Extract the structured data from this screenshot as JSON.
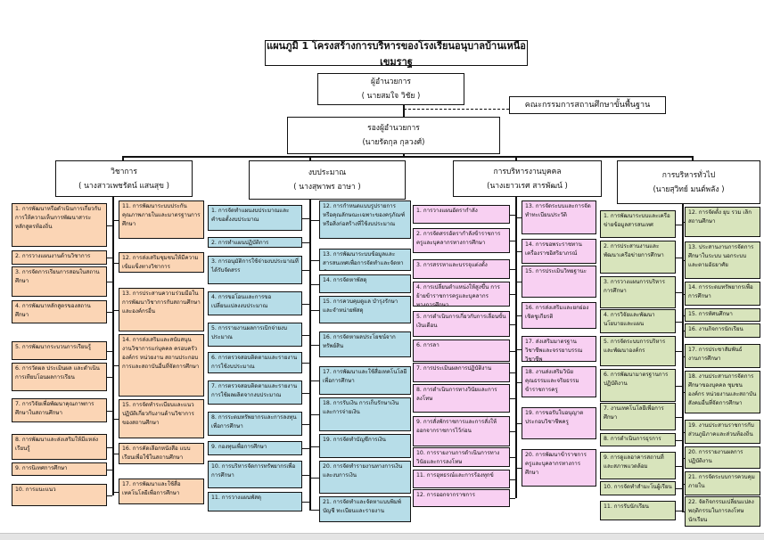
{
  "title": "แผนภูมิ 1 โครงสร้างการบริหารของโรงเรียนอนุบาลบ้านเหนือเขมราฐ",
  "director": {
    "role": "ผู้อำนวยการ",
    "name": "( นายสมใจ  วิชัย )"
  },
  "committee": "คณะกรรมการสถานศึกษาขั้นพื้นฐาน",
  "deputy": {
    "role": "รองผู้อำนวยการ",
    "name": "(นายรัตกุล  กุลวงศ์)"
  },
  "colors": {
    "academic": "#fbd5b5",
    "budget": "#b7dde8",
    "personnel": "#f8d0f2",
    "general": "#d8e4bc"
  },
  "departments": [
    {
      "key": "academic",
      "title": "วิชาการ",
      "head": "( นางสาวเพชรัตน์ แสนสุข )",
      "items": [
        "1. การพัฒนาหรือดำเนินการเกี่ยวกับการให้ความเห็นการพัฒนาสาระหลักสูตรท้องถิ่น",
        "2. การวางแผนงานด้านวิชาการ",
        "3. การจัดการเรียนการสอนในสถานศึกษา",
        "4. การพัฒนาหลักสูตรของสถานศึกษา",
        "5. การพัฒนากระบวนการเรียนรู้",
        "6. การวัดผล ประเมินผล และดำเนินการเทียบโอนผลการเรียน",
        "7. การวิจัยเพื่อพัฒนาคุณภาพการศึกษาในสถานศึกษา",
        "8. การพัฒนาและส่งเสริมให้มีแหล่งเรียนรู้",
        "9. การนิเทศการศึกษา",
        "10. การแนะแนว",
        "11. การพัฒนาระบบประกันคุณภาพภายในและมาตรฐานการศึกษา",
        "12. การส่งเสริมชุมชนให้มีความเข้มแข็งทางวิชาการ",
        "13. การประสานความร่วมมือในการพัฒนาวิชาการกับสถานศึกษาและองค์กรอื่น",
        "14. การส่งเสริมและสนับสนุนงานวิชาการแก่บุคคล ครอบครัว องค์กร หน่วยงาน สถานประกอบการและสถาบันอื่นที่จัดการศึกษา",
        "15. การจัดทำระเบียบและแนวปฏิบัติเกี่ยวกับงานด้านวิชาการของสถานศึกษา",
        "16. การคัดเลือกหนังสือ แบบเรียนเพื่อใช้ในสถานศึกษา",
        "17. การพัฒนาและใช้สื่อเทคโนโลยีเพื่อการศึกษา"
      ]
    },
    {
      "key": "budget",
      "title": "งบประมาณ",
      "head": "( นางสุพาพร อาษา )",
      "items": [
        "1. การจัดทำแผนงบประมาณและคำขอตั้งงบประมาณ",
        "2. การทำแผนปฏิบัติการ",
        "3. การอนุมัติการใช้จ่ายงบประมาณที่ได้รับจัดสรร",
        "4. การขอโอนและการขอเปลี่ยนแปลงงบประมาณ",
        "5. การรายงานผลการเบิกจ่ายงบประมาณ",
        "6. การตรวจสอบติดตามและรายงานการใช้งบประมาณ",
        "7. การตรวจสอบติดตามและรายงานการใช้ผลผลิตจากงบประมาณ",
        "8. การระดมทรัพยากรและการลงทุนเพื่อการศึกษา",
        "9. กองทุนเพื่อการศึกษา",
        "10. การบริหารจัดการทรัพยากรเพื่อการศึกษา",
        "11. การวางแผนพัสดุ",
        "12. การกำหนดแบบรูปรายการ หรือคุณลักษณะเฉพาะของครุภัณฑ์หรือสิ่งก่อสร้างที่ใช้งบประมาณ",
        "13. การพัฒนาระบบข้อมูลและสารสนเทศเพื่อการจัดทำและจัดหาพัสดุ",
        "14. การจัดหาพัสดุ",
        "15. การควบคุมดูแล บำรุงรักษาและจำหน่ายพัสดุ",
        "16. การจัดหาผลประโยชน์จากทรัพย์สิน",
        "17. การพัฒนาและใช้สื่อเทคโนโลยีเพื่อการศึกษา",
        "18. การรับเงิน การเก็บรักษาเงิน และการจ่ายเงิน",
        "19. การจัดทำบัญชีการเงิน",
        "20. การจัดทำรายงานทางการเงินและงบการเงิน",
        "21. การจัดทำและจัดหาแบบพิมพ์บัญชี ทะเบียนและรายงาน"
      ]
    },
    {
      "key": "personnel",
      "title": "การบริหารงานบุคคล",
      "head": "(นางเยาวเรศ สารพัฒน์ )",
      "items": [
        "1. การวางแผนอัตรากำลัง",
        "2. การจัดสรรอัตรากำลังข้าราชการครูและบุคลากรทางการศึกษา",
        "3. การสรรหาและบรรจุแต่งตั้ง",
        "4. การเปลี่ยนตำแหน่งให้สูงขึ้น การย้ายข้าราชการครูและบุคลากรทางการศึกษา",
        "5. การดำเนินการเกี่ยวกับการเลื่อนขั้นเงินเดือน",
        "6. การลา",
        "7. การประเมินผลการปฏิบัติงาน",
        "8. การดำเนินการทางวินัยและการลงโทษ",
        "9. การสั่งพักราชการและการสั่งให้ออกจากราชการไว้ก่อน",
        "10. การรายงานการดำเนินการทางวินัยและการลงโทษ",
        "11. การอุทธรณ์และการร้องทุกข์",
        "12. การออกจากราชการ",
        "13. การจัดระบบและการจัดทำทะเบียนประวัติ",
        "14. การขอพระราชทานเครื่องราชอิสริยาภรณ์",
        "15. การประเมินวิทยฐานะ",
        "16. การส่งเสริมและยกย่องเชิดชูเกียรติ",
        "17. ส่งเสริมมาตรฐานวิชาชีพและจรรยาบรรณวิชาชีพ",
        "18. งานส่งเสริมวินัย คุณธรรมและจริยธรรมข้าราชการครู",
        "19. การขอรับใบอนุญาตประกอบวิชาชีพครู",
        "20. การพัฒนาข้าราชการครูและบุคลากรทางการศึกษา"
      ]
    },
    {
      "key": "general",
      "title": "การบริหารทั่วไป",
      "head": "(นายสุวิทย์ มนต์พลัง )",
      "items": [
        "1. การพัฒนาระบบและเครือข่ายข้อมูลสารสนเทศ",
        "2. การประสานงานและพัฒนาเครือข่ายการศึกษา",
        "3. การวางแผนการบริหารการศึกษา",
        "4. การวิจัยและพัฒนานโยบายและแผน",
        "5. การจัดระบบการบริหารและพัฒนาองค์กร",
        "6. การพัฒนามาตรฐานการปฏิบัติงาน",
        "7. งานเทคโนโลยีเพื่อการศึกษา",
        "8. การดำเนินการธุรการ",
        "9. การดูแลอาคารสถานที่และสภาพแวดล้อม",
        "10. การจัดทำสำมะโนผู้เรียน",
        "11. การรับนักเรียน",
        "12. การจัดตั้ง ยุบ รวม เลิกสถานศึกษา",
        "13. ประสานงานการจัดการศึกษาในระบบ นอกระบบ และตามอัธยาศัย",
        "14. การระดมทรัพยากรเพื่อการศึกษา",
        "15. การทัศนศึกษา",
        "16. งานกิจการนักเรียน",
        "17. การประชาสัมพันธ์งานการศึกษา",
        "18. งานประสานการจัดการศึกษาของบุคคล ชุมชน องค์กร หน่วยงานและสถาบันสังคมอื่นที่จัดการศึกษา",
        "19. งานประสานราชการกับส่วนภูมิภาคและส่วนท้องถิ่น",
        "20. การรายงานผลการปฏิบัติงาน",
        "21. การจัดระบบการควบคุมภายใน",
        "22. จัดกิจกรรมเปลี่ยนแปลงพฤติกรรมในการลงโทษนักเรียน"
      ]
    }
  ]
}
